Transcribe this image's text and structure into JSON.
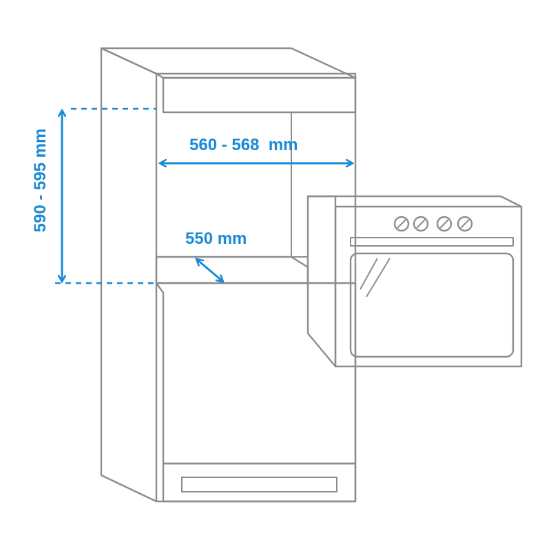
{
  "labels": {
    "width": "560 - 568  mm",
    "height": "590 - 595 mm",
    "depth": "550 mm"
  },
  "colors": {
    "dimension": "#1a8ad6",
    "outline": "#8c8c8c"
  }
}
